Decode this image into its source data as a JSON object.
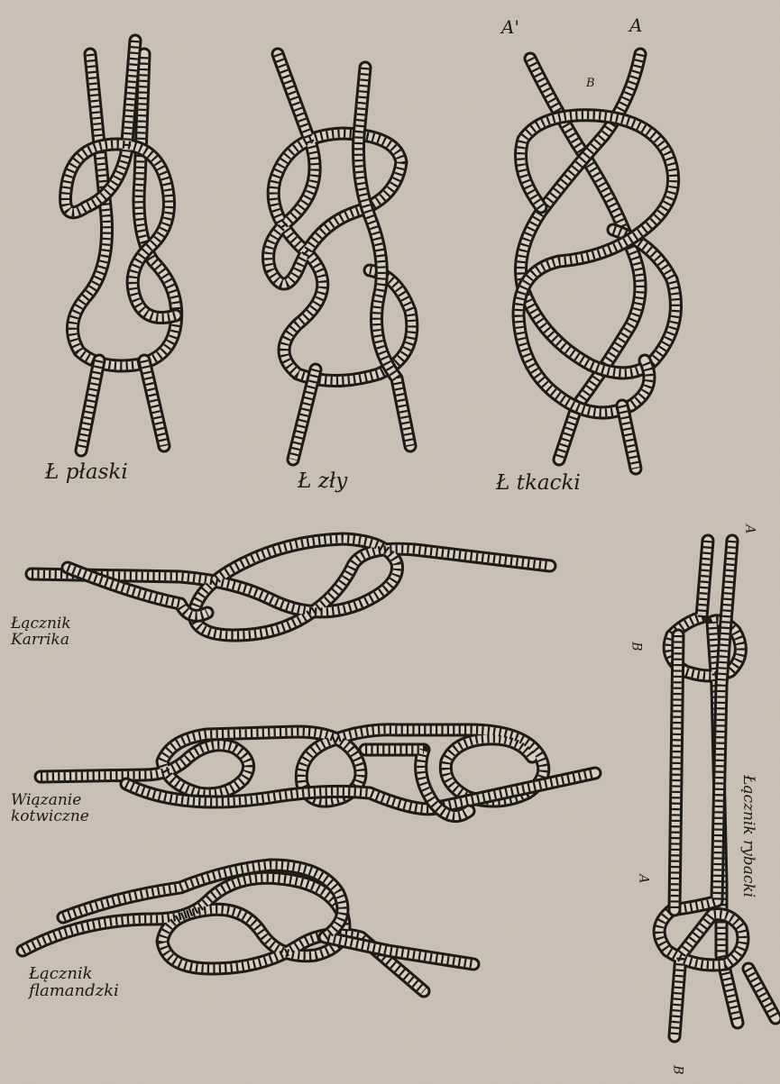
{
  "colors": {
    "paper": "#cbc1b5",
    "ink": "#1e1a16",
    "rope_fill": "#d8cfc3"
  },
  "labels": {
    "flat_knot": "Ł płaski",
    "bad_knot": "Ł zły",
    "weaver_knot": "Ł tkacki",
    "end_marks": {
      "a_prime": "A'",
      "a": "A",
      "b": "B"
    },
    "carrick": "Łącznik\nKarrika",
    "cable": "Wiązanie\nkotwiczne",
    "flemish": "Łącznik\nflamandzki",
    "fisherman": "Łącznik rybacki",
    "fisherman_end_a_top": "A",
    "fisherman_end_b_top": "B",
    "fisherman_end_a_bottom": "A",
    "fisherman_end_b_bottom": "B"
  }
}
